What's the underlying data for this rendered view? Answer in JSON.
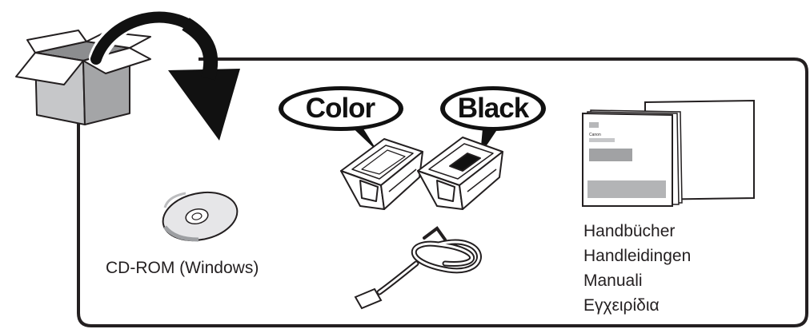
{
  "bubbles": {
    "color": "Color",
    "black": "Black"
  },
  "cd": {
    "label": "CD-ROM (Windows)"
  },
  "manuals": {
    "labels": [
      "Handbücher",
      "Handleidingen",
      "Manuali",
      "Εγχειρίδια"
    ],
    "cover_brand": "Canon"
  },
  "icons": {
    "box": "open-box-icon",
    "arrow": "curved-arrow-icon",
    "cd": "cd-rom-icon",
    "color_ink": "color-ink-cartridge-icon",
    "black_ink": "black-ink-cartridge-icon",
    "cable": "power-cord-icon",
    "manuals": "manual-booklets-icon"
  }
}
